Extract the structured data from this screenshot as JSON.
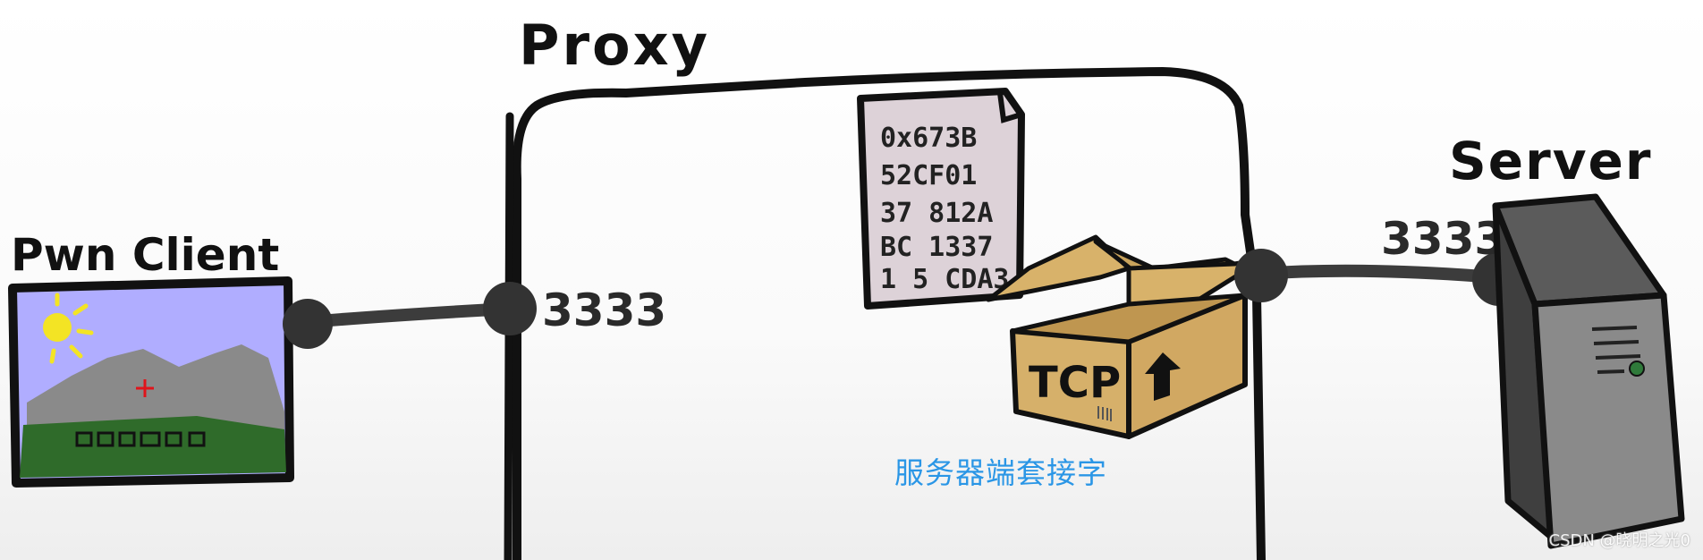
{
  "labels": {
    "proxy": "Proxy",
    "client": "Pwn Client",
    "server": "Server",
    "client_port": "3333",
    "server_port": "3333",
    "tcp": "TCP",
    "caption": "服务器端套接字",
    "watermark": "CSDN @晓明之光0"
  },
  "hex_lines": [
    "0x673B",
    "52CF01",
    "37 812A",
    "BC 1337",
    "1 5 CDA3"
  ]
}
